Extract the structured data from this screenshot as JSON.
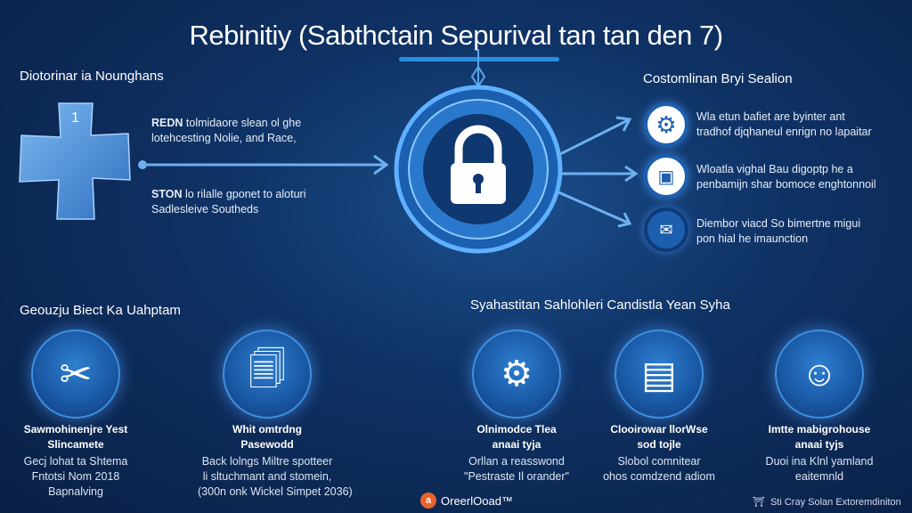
{
  "title": "Rebinitiy (Sabthctain Sepurival tan tan den 7)",
  "left": {
    "heading": "Diotorinar ia Nounghans",
    "badge": "1",
    "item1": {
      "tag": "REDN",
      "line1": "tolmidaore slean ol ghe",
      "line2": "lotehcesting Nolie, and Race,"
    },
    "item2": {
      "tag": "STON",
      "line1": "lo rilalle gponet to aloturi",
      "line2": "Sadlesleive Southeds"
    }
  },
  "right": {
    "heading": "Costomlinan Bryi Sealion",
    "items": [
      {
        "icon": "gear-icon",
        "line1": "Wla etun bafiet are byinter ant",
        "line2": "tradhof djqhaneul enrign no lapaitar"
      },
      {
        "icon": "badge-icon",
        "line1": "Wloatla vighal Bau digoptp he a",
        "line2": "penbamijn shar bomoce enghtonnoil"
      },
      {
        "icon": "message-icon",
        "line1": "Diembor viacd So bimertne migui",
        "line2": "pon hial he imaunction"
      }
    ]
  },
  "section2": {
    "heading": "Geouzju Biect Ka Uahptam",
    "cards": [
      {
        "icon": "tools-icon",
        "label1": "Sawmohinenjre Yest",
        "label2": "Slincamete",
        "desc": [
          "Gecj lohat ta Shtema",
          "Fntotsi Nom 2018",
          "Bapnalving"
        ]
      },
      {
        "icon": "documents-icon",
        "label1": "Whit omtrdng",
        "label2": "Pasewodd",
        "desc": [
          "Back lolngs Miltre spotteer",
          "li sltuchmant and stomein,",
          "(300n onk Wickel Simpet 2036)"
        ]
      }
    ]
  },
  "section3": {
    "heading": "Syahastitan Sahlohleri Candistla Yean Syha",
    "cards": [
      {
        "icon": "device-gear-icon",
        "label1": "Olnimodce Tlea",
        "label2": "anaai tyja",
        "desc": [
          "Orllan a reasswond",
          "\"Pestraste Il orander\""
        ]
      },
      {
        "icon": "document-list-icon",
        "label1": "Clooirowar llorWse",
        "label2": "sod tojle",
        "desc": [
          "Slobol comnitear",
          "ohos comdzend adiom"
        ]
      },
      {
        "icon": "face-icon",
        "label1": "Imtte mabigrohouse",
        "label2": "anaai tyjs",
        "desc": [
          "Duoi ina Klnl yamland",
          "eaitemnld"
        ]
      }
    ]
  },
  "footer": {
    "logo_text": "OreerlOoad™",
    "logo_mark": "a",
    "credit": "Sti Cray Solan Extoremdiniton"
  },
  "colors": {
    "accent": "#2a8ee0",
    "logo": "#e8632b"
  }
}
